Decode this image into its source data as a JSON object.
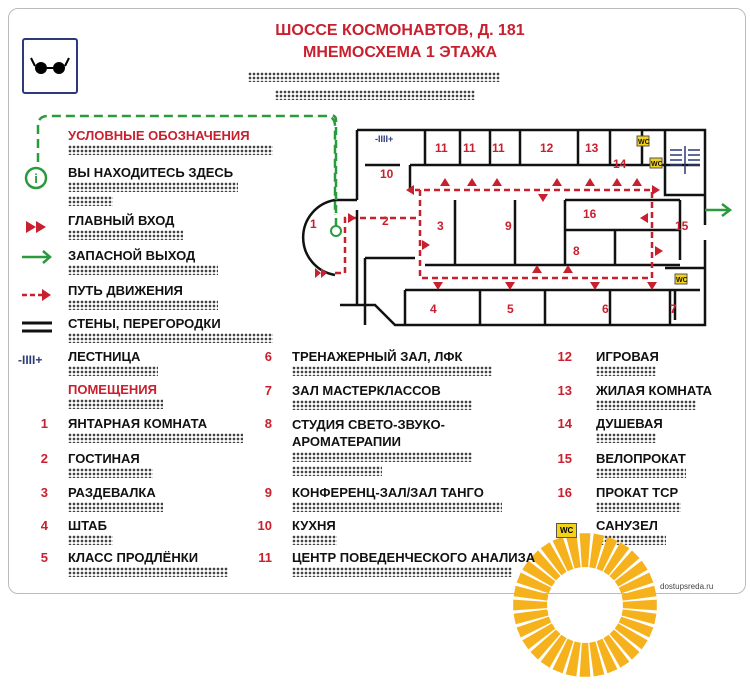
{
  "header": {
    "address": "ШОССЕ КОСМОНАВТОВ, Д. 181",
    "subtitle": "МНЕМОСХЕМА 1 ЭТАЖА"
  },
  "legend": {
    "title": "УСЛОВНЫЕ ОБОЗНАЧЕНИЯ",
    "items": [
      {
        "icon": "info-you-are-here-icon",
        "label": "ВЫ НАХОДИТЕСЬ ЗДЕСЬ"
      },
      {
        "icon": "main-entrance-icon",
        "label": "ГЛАВНЫЙ ВХОД"
      },
      {
        "icon": "emergency-exit-icon",
        "label": "ЗАПАСНОЙ ВЫХОД"
      },
      {
        "icon": "route-icon",
        "label": "ПУТЬ ДВИЖЕНИЯ"
      },
      {
        "icon": "walls-icon",
        "label": "СТЕНЫ, ПЕРЕГОРОДКИ"
      },
      {
        "icon": "stairs-icon",
        "label": "ЛЕСТНИЦА"
      }
    ]
  },
  "rooms_title": "ПОМЕЩЕНИЯ",
  "rooms": [
    {
      "n": "1",
      "name": "ЯНТАРНАЯ КОМНАТА"
    },
    {
      "n": "2",
      "name": "ГОСТИНАЯ"
    },
    {
      "n": "3",
      "name": "РАЗДЕВАЛКА"
    },
    {
      "n": "4",
      "name": "ШТАБ"
    },
    {
      "n": "5",
      "name": "КЛАСС ПРОДЛЁНКИ"
    },
    {
      "n": "6",
      "name": "ТРЕНАЖЕРНЫЙ ЗАЛ, ЛФК"
    },
    {
      "n": "7",
      "name": "ЗАЛ МАСТЕРКЛАССОВ"
    },
    {
      "n": "8",
      "name": "СТУДИЯ СВЕТО-ЗВУКО-АРОМАТЕРАПИИ"
    },
    {
      "n": "9",
      "name": "КОНФЕРЕНЦ-ЗАЛ/ЗАЛ ТАНГО"
    },
    {
      "n": "10",
      "name": "КУХНЯ"
    },
    {
      "n": "11",
      "name": "ЦЕНТР ПОВЕДЕНЧЕСКОГО АНАЛИЗА"
    },
    {
      "n": "12",
      "name": "ИГРОВАЯ"
    },
    {
      "n": "13",
      "name": "ЖИЛАЯ КОМНАТА"
    },
    {
      "n": "14",
      "name": "ДУШЕВАЯ"
    },
    {
      "n": "15",
      "name": "ВЕЛОПРОКАТ"
    },
    {
      "n": "16",
      "name": "ПРОКАТ ТСР"
    },
    {
      "n": "WC",
      "name": "САНУЗЕЛ"
    }
  ],
  "map": {
    "labels": [
      "1",
      "2",
      "3",
      "4",
      "5",
      "6",
      "7",
      "8",
      "9",
      "10",
      "11",
      "11",
      "11",
      "12",
      "13",
      "14",
      "15",
      "16"
    ],
    "wc": "WC",
    "stairs": "-IIII+"
  },
  "footer": {
    "site": "dostupsreda.ru"
  },
  "colors": {
    "red": "#c8202f",
    "green": "#2a9a3c",
    "yellow": "#f5b21c",
    "navy": "#2d3a7a"
  }
}
